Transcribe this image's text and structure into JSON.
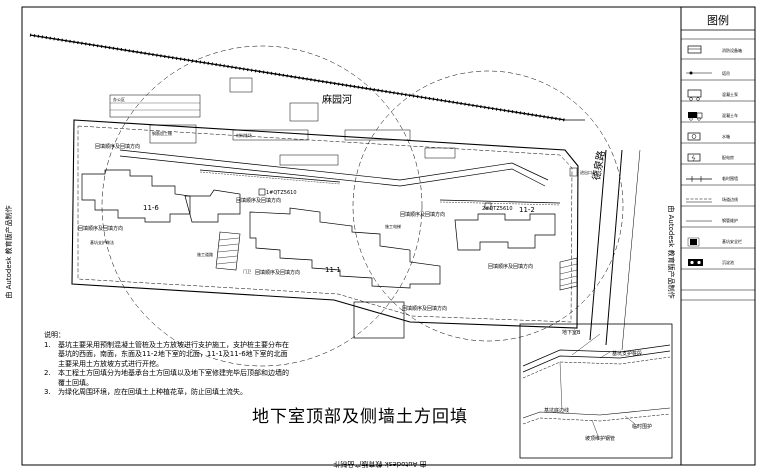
{
  "legend": {
    "title": "图例",
    "items": [
      {
        "icon": "hydrant-icon",
        "label": "消防设备箱"
      },
      {
        "icon": "tower-crane-icon",
        "label": "塔吊"
      },
      {
        "icon": "concrete-pump-icon",
        "label": "混凝土泵"
      },
      {
        "icon": "mixer-truck-icon",
        "label": "混凝土车"
      },
      {
        "icon": "water-meter-icon",
        "label": "水箱"
      },
      {
        "icon": "distribution-box-icon",
        "label": "配电房"
      },
      {
        "icon": "temporary-fence-icon",
        "label": "临时围墙"
      },
      {
        "icon": "site-road-icon",
        "label": "场道边线"
      },
      {
        "icon": "steel-pipe-icon",
        "label": "钢管维护"
      },
      {
        "icon": "pit-guard-icon",
        "label": "基坑安全栏"
      },
      {
        "icon": "sediment-tank-icon",
        "label": "沉淀池"
      }
    ]
  },
  "side_text": {
    "left": "由 Autodesk 教育版产品制作",
    "right": "由 Autodesk 教育版产品制作",
    "bottom": "由 Autodesk 教育版产品制作"
  },
  "map": {
    "river": "麻园河",
    "road": "德泉路",
    "backfill_label": "回填顺序及回填方向",
    "buildings": [
      "11-6",
      "11-1",
      "11-2"
    ],
    "crane_labels": [
      "1#QTZ5610",
      "2#QTZ5610"
    ],
    "small_labels": [
      "基坑支护做法",
      "施工道路",
      "门卫",
      "钢筋加工棚",
      "办公区",
      "材料堆场",
      "施工电梯",
      "进出口"
    ]
  },
  "detail": {
    "labels": [
      "地下室B",
      "基坑支护桩段",
      "基坑底边线",
      "临时围护",
      "坡顶维护钢管"
    ]
  },
  "notes": {
    "title": "说明：",
    "items": [
      {
        "num": "1.",
        "text": "基坑主要采用预制混凝土管桩及土方放坡进行支护施工，支护桩主要分布在基坑的西面，南面，东面及11-2地下室的北面，11-1及11-6地下室的北面主要采用土方放坡方式进行开挖。"
      },
      {
        "num": "2.",
        "text": "本工程土方回填分为地基承台土方回填以及地下室修建完毕后顶部和边墙的覆土回填。"
      },
      {
        "num": "3.",
        "text": "为绿化周围环境，应在回填土上种植花草，防止回填土流失。"
      }
    ]
  },
  "title": "地下室顶部及侧墙土方回填"
}
